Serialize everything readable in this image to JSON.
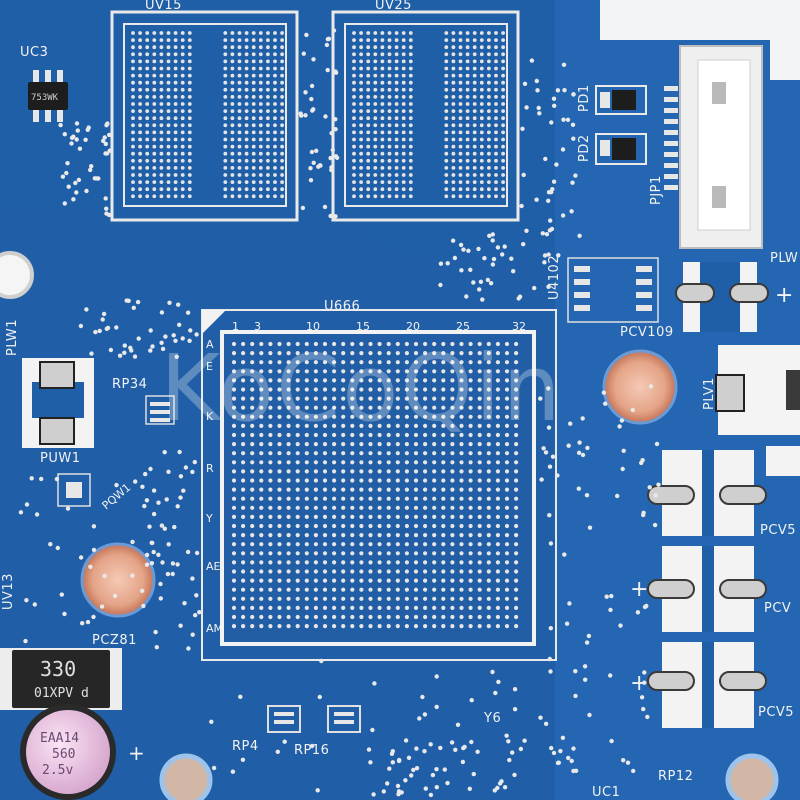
{
  "watermark": "KoCoQin",
  "colors": {
    "board": "#1f5fa8",
    "board_dark": "#184f92",
    "board_light": "#2f79c4",
    "silk": "#f2f2f2",
    "pad": "#e7e7e7",
    "copper": "#d58b6a",
    "chip": "#1d1d1d"
  },
  "labels": {
    "uv15": "UV15",
    "uv25": "UV25",
    "uc3": "UC3",
    "pd1": "PD1",
    "pd2": "PD2",
    "pjp1": "PJP1",
    "u4102": "U4102",
    "pcv109": "PCV109",
    "plw": "PLW",
    "plw1": "PLW1",
    "puw1": "PUW1",
    "rp34": "RP34",
    "u666": "U666",
    "plv1": "PLV1",
    "pcv5a": "PCV5",
    "pcv_b": "PCV",
    "pcv5b": "PCV5",
    "uv13": "UV13",
    "pcz81": "PCZ81",
    "rp4": "RP4",
    "rp16": "RP16",
    "y6": "Y6",
    "uc1": "UC1",
    "rp12": "RP12",
    "pqw1": "PQW1",
    "plus": "+"
  },
  "bga_columns": [
    "1",
    "3",
    "10",
    "15",
    "20",
    "25",
    "32"
  ],
  "bga_rows": [
    "A",
    "E",
    "K",
    "R",
    "Y",
    "AE",
    "AM"
  ],
  "components": {
    "uc3_marking": "753WK",
    "inductor_top": "330",
    "inductor_bottom": "01XPV d",
    "cap_line1": "EAA14",
    "cap_line2": "560",
    "cap_line3": "2.5v"
  }
}
